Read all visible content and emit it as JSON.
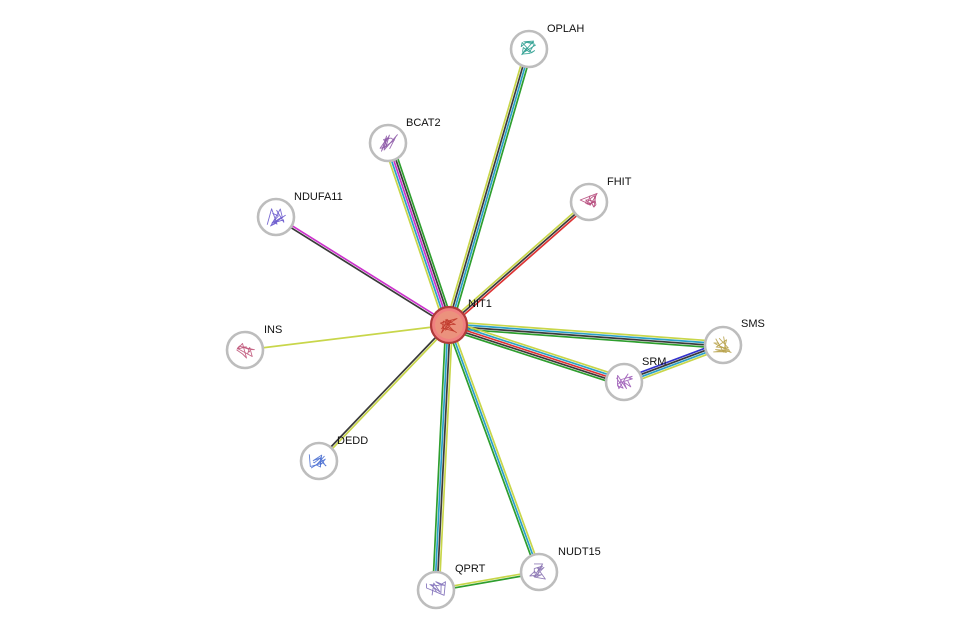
{
  "network": {
    "query_protein": "NIT1",
    "nodes": [
      {
        "id": "NIT1",
        "label": "NIT1",
        "query": true,
        "color": "#f08080",
        "ring": "#b03a3a",
        "glyph": "#c0392b"
      },
      {
        "id": "OPLAH",
        "label": "OPLAH",
        "color": "#ffffff",
        "ring": "#bdbdbd",
        "glyph": "#2a9d8f"
      },
      {
        "id": "BCAT2",
        "label": "BCAT2",
        "color": "#ffffff",
        "ring": "#bdbdbd",
        "glyph": "#8e5ba8"
      },
      {
        "id": "FHIT",
        "label": "FHIT",
        "color": "#ffffff",
        "ring": "#bdbdbd",
        "glyph": "#b5477a"
      },
      {
        "id": "NDUFA11",
        "label": "NDUFA11",
        "color": "#ffffff",
        "ring": "#bdbdbd",
        "glyph": "#6a5acd"
      },
      {
        "id": "INS",
        "label": "INS",
        "color": "#ffffff",
        "ring": "#bdbdbd",
        "glyph": "#c0567a"
      },
      {
        "id": "SMS",
        "label": "SMS",
        "color": "#ffffff",
        "ring": "#bdbdbd",
        "glyph": "#b8a24a"
      },
      {
        "id": "SRM",
        "label": "SRM",
        "color": "#ffffff",
        "ring": "#bdbdbd",
        "glyph": "#9b59b6"
      },
      {
        "id": "DEDD",
        "label": "DEDD",
        "color": "#ffffff",
        "ring": "#bdbdbd",
        "glyph": "#4a6fd1"
      },
      {
        "id": "QPRT",
        "label": "QPRT",
        "color": "#ffffff",
        "ring": "#bdbdbd",
        "glyph": "#7d6bb8"
      },
      {
        "id": "NUDT15",
        "label": "NUDT15",
        "color": "#ffffff",
        "ring": "#bdbdbd",
        "glyph": "#8a73b3"
      }
    ],
    "edges": [
      {
        "source": "NIT1",
        "target": "OPLAH",
        "channels": [
          "#c8d64a",
          "#3a3a3a",
          "#2aa0c8",
          "#2e9e2e"
        ]
      },
      {
        "source": "NIT1",
        "target": "BCAT2",
        "channels": [
          "#c8d64a",
          "#2aa0c8",
          "#cc33cc",
          "#3a3a3a",
          "#2e9e2e"
        ]
      },
      {
        "source": "NIT1",
        "target": "FHIT",
        "channels": [
          "#c8d64a",
          "#3a3a3a",
          "#dd3333"
        ]
      },
      {
        "source": "NIT1",
        "target": "NDUFA11",
        "channels": [
          "#3a3a3a",
          "#cc33cc"
        ]
      },
      {
        "source": "NIT1",
        "target": "INS",
        "channels": [
          "#c8d64a"
        ]
      },
      {
        "source": "NIT1",
        "target": "SMS",
        "channels": [
          "#c8d64a",
          "#2aa0c8",
          "#3a3a3a",
          "#2e9e2e"
        ]
      },
      {
        "source": "NIT1",
        "target": "SRM",
        "channels": [
          "#c8d64a",
          "#2aa0c8",
          "#dd3333",
          "#3a3a3a",
          "#2e9e2e"
        ]
      },
      {
        "source": "NIT1",
        "target": "DEDD",
        "channels": [
          "#c8d64a",
          "#3a3a3a"
        ]
      },
      {
        "source": "NIT1",
        "target": "QPRT",
        "channels": [
          "#c8d64a",
          "#3a3a3a",
          "#2aa0c8",
          "#2e9e2e"
        ]
      },
      {
        "source": "NIT1",
        "target": "NUDT15",
        "channels": [
          "#c8d64a",
          "#2aa0c8",
          "#2e9e2e"
        ]
      },
      {
        "source": "SMS",
        "target": "SRM",
        "channels": [
          "#c8d64a",
          "#2aa0c8",
          "#3a3a3a",
          "#3333cc"
        ]
      },
      {
        "source": "QPRT",
        "target": "NUDT15",
        "channels": [
          "#c8d64a",
          "#2e9e2e"
        ]
      }
    ]
  }
}
